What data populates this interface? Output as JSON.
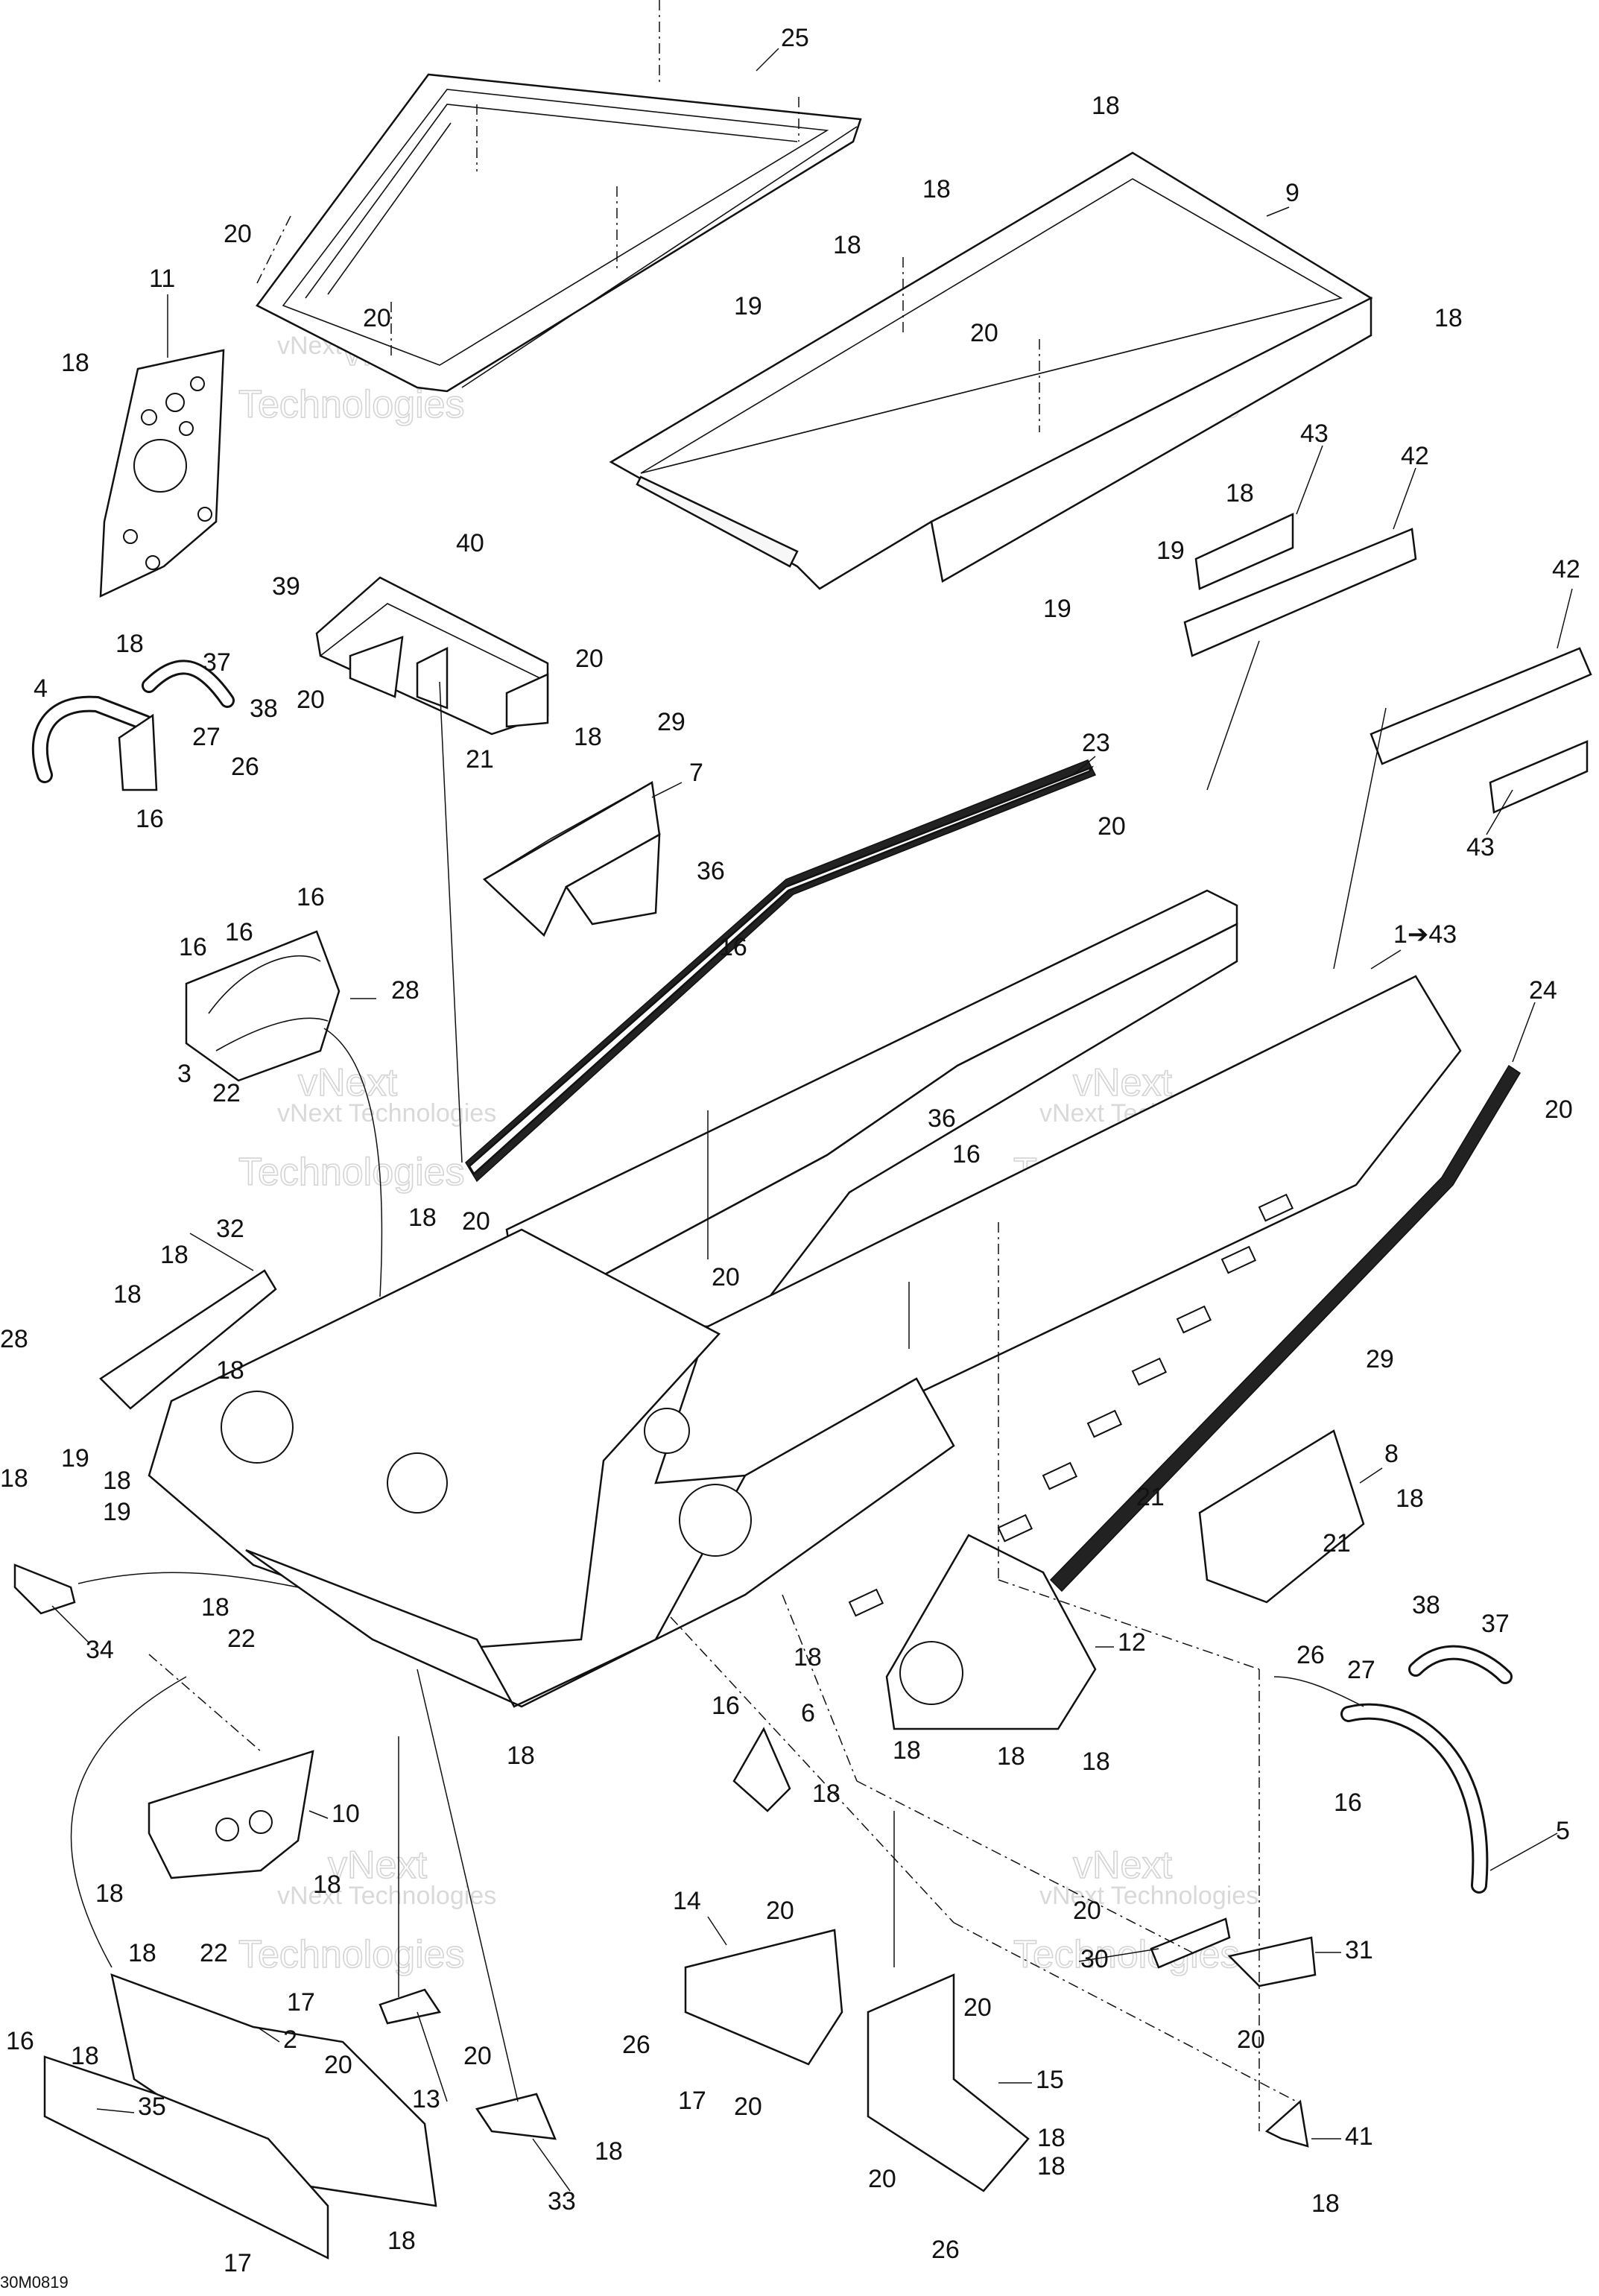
{
  "drawing_code": "30M0819",
  "watermark": {
    "line1": "vNext Technologies",
    "line2a": "vNext",
    "line2b": "Technologies"
  },
  "callouts": [
    {
      "id": "c25",
      "text": "25"
    },
    {
      "id": "c20a",
      "text": "20"
    },
    {
      "id": "c20b",
      "text": "20"
    },
    {
      "id": "c11",
      "text": "11"
    },
    {
      "id": "c18a",
      "text": "18"
    },
    {
      "id": "c18b",
      "text": "18"
    },
    {
      "id": "c18c",
      "text": "18"
    },
    {
      "id": "c18d",
      "text": "18"
    },
    {
      "id": "c18e",
      "text": "18"
    },
    {
      "id": "c9",
      "text": "9"
    },
    {
      "id": "c19a",
      "text": "19"
    },
    {
      "id": "c20c",
      "text": "20"
    },
    {
      "id": "c18f",
      "text": "18"
    },
    {
      "id": "c18g",
      "text": "18"
    },
    {
      "id": "c19b",
      "text": "19"
    },
    {
      "id": "c19c",
      "text": "19"
    },
    {
      "id": "c43a",
      "text": "43"
    },
    {
      "id": "c42a",
      "text": "42"
    },
    {
      "id": "c40",
      "text": "40"
    },
    {
      "id": "c39",
      "text": "39"
    },
    {
      "id": "c20d",
      "text": "20"
    },
    {
      "id": "c20e",
      "text": "20"
    },
    {
      "id": "c4",
      "text": "4"
    },
    {
      "id": "c37a",
      "text": "37"
    },
    {
      "id": "c38a",
      "text": "38"
    },
    {
      "id": "c27a",
      "text": "27"
    },
    {
      "id": "c26a",
      "text": "26"
    },
    {
      "id": "c16a",
      "text": "16"
    },
    {
      "id": "c18h",
      "text": "18"
    },
    {
      "id": "c29a",
      "text": "29"
    },
    {
      "id": "c21a",
      "text": "21"
    },
    {
      "id": "c7",
      "text": "7"
    },
    {
      "id": "c23",
      "text": "23"
    },
    {
      "id": "c20f",
      "text": "20"
    },
    {
      "id": "c42b",
      "text": "42"
    },
    {
      "id": "c43b",
      "text": "43"
    },
    {
      "id": "c36a",
      "text": "36"
    },
    {
      "id": "c16b",
      "text": "16"
    },
    {
      "id": "c16c",
      "text": "16"
    },
    {
      "id": "c16d",
      "text": "16"
    },
    {
      "id": "c16e",
      "text": "16"
    },
    {
      "id": "c28a",
      "text": "28"
    },
    {
      "id": "c3",
      "text": "3"
    },
    {
      "id": "c22a",
      "text": "22"
    },
    {
      "id": "c1to43",
      "text": "1➔43"
    },
    {
      "id": "c24",
      "text": "24"
    },
    {
      "id": "c20g",
      "text": "20"
    },
    {
      "id": "c36b",
      "text": "36"
    },
    {
      "id": "c16f",
      "text": "16"
    },
    {
      "id": "c18i",
      "text": "18"
    },
    {
      "id": "c20h",
      "text": "20"
    },
    {
      "id": "c32",
      "text": "32"
    },
    {
      "id": "c18j",
      "text": "18"
    },
    {
      "id": "c18k",
      "text": "18"
    },
    {
      "id": "c20i",
      "text": "20"
    },
    {
      "id": "c28b",
      "text": "28"
    },
    {
      "id": "c18l",
      "text": "18"
    },
    {
      "id": "c29b",
      "text": "29"
    },
    {
      "id": "c8",
      "text": "8"
    },
    {
      "id": "c21b",
      "text": "21"
    },
    {
      "id": "c18m",
      "text": "18"
    },
    {
      "id": "c21c",
      "text": "21"
    },
    {
      "id": "c18n",
      "text": "18"
    },
    {
      "id": "c19d",
      "text": "19"
    },
    {
      "id": "c18o",
      "text": "18"
    },
    {
      "id": "c19e",
      "text": "19"
    },
    {
      "id": "c34",
      "text": "34"
    },
    {
      "id": "c18p",
      "text": "18"
    },
    {
      "id": "c22b",
      "text": "22"
    },
    {
      "id": "c12",
      "text": "12"
    },
    {
      "id": "c18q",
      "text": "18"
    },
    {
      "id": "c16g",
      "text": "16"
    },
    {
      "id": "c38b",
      "text": "38"
    },
    {
      "id": "c37b",
      "text": "37"
    },
    {
      "id": "c26b",
      "text": "26"
    },
    {
      "id": "c27b",
      "text": "27"
    },
    {
      "id": "c16h",
      "text": "16"
    },
    {
      "id": "c5",
      "text": "5"
    },
    {
      "id": "c6",
      "text": "6"
    },
    {
      "id": "c18r",
      "text": "18"
    },
    {
      "id": "c18s",
      "text": "18"
    },
    {
      "id": "c18t",
      "text": "18"
    },
    {
      "id": "c18u",
      "text": "18"
    },
    {
      "id": "c18v",
      "text": "18"
    },
    {
      "id": "c10",
      "text": "10"
    },
    {
      "id": "c18w",
      "text": "18"
    },
    {
      "id": "c18x",
      "text": "18"
    },
    {
      "id": "c18y",
      "text": "18"
    },
    {
      "id": "c22c",
      "text": "22"
    },
    {
      "id": "c14",
      "text": "14"
    },
    {
      "id": "c20j",
      "text": "20"
    },
    {
      "id": "c20k",
      "text": "20"
    },
    {
      "id": "c30",
      "text": "30"
    },
    {
      "id": "c31",
      "text": "31"
    },
    {
      "id": "c20l",
      "text": "20"
    },
    {
      "id": "c17a",
      "text": "17"
    },
    {
      "id": "c2",
      "text": "2"
    },
    {
      "id": "c20m",
      "text": "20"
    },
    {
      "id": "c20n",
      "text": "20"
    },
    {
      "id": "c13",
      "text": "13"
    },
    {
      "id": "c26c",
      "text": "26"
    },
    {
      "id": "c17b",
      "text": "17"
    },
    {
      "id": "c20o",
      "text": "20"
    },
    {
      "id": "c20p",
      "text": "20"
    },
    {
      "id": "c15",
      "text": "15"
    },
    {
      "id": "c18z",
      "text": "18"
    },
    {
      "id": "c16i",
      "text": "16"
    },
    {
      "id": "c18aa",
      "text": "18"
    },
    {
      "id": "c35",
      "text": "35"
    },
    {
      "id": "c18ab",
      "text": "18"
    },
    {
      "id": "c33",
      "text": "33"
    },
    {
      "id": "c41",
      "text": "41"
    },
    {
      "id": "c18ac",
      "text": "18"
    },
    {
      "id": "c20q",
      "text": "20"
    },
    {
      "id": "c18ad",
      "text": "18"
    },
    {
      "id": "c26d",
      "text": "26"
    },
    {
      "id": "c17c",
      "text": "17"
    },
    {
      "id": "c18ae",
      "text": "18"
    }
  ]
}
